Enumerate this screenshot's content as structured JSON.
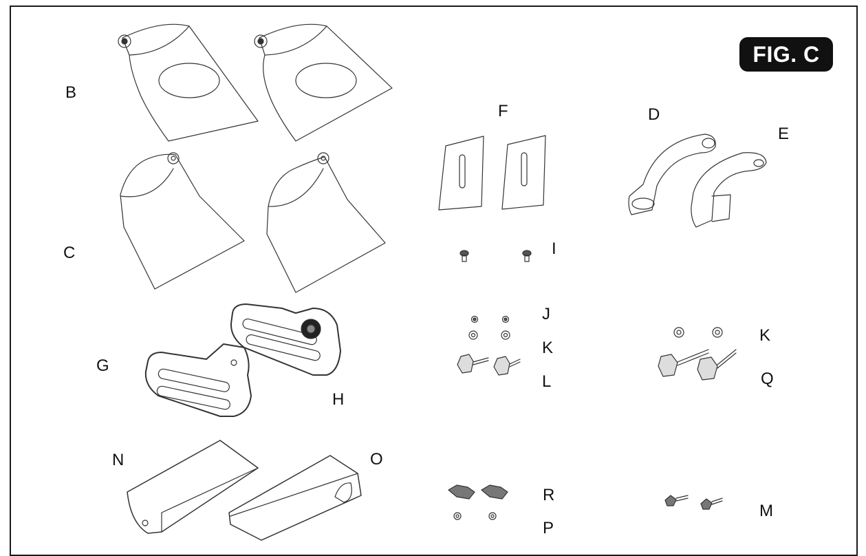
{
  "figure": {
    "badge": "FIG. C"
  },
  "labels": {
    "B": "B",
    "C": "C",
    "F": "F",
    "D": "D",
    "E": "E",
    "I": "I",
    "J": "J",
    "K1": "K",
    "L": "L",
    "K2": "K",
    "Q": "Q",
    "G": "G",
    "H": "H",
    "N": "N",
    "O": "O",
    "R": "R",
    "P": "P",
    "M": "M"
  }
}
